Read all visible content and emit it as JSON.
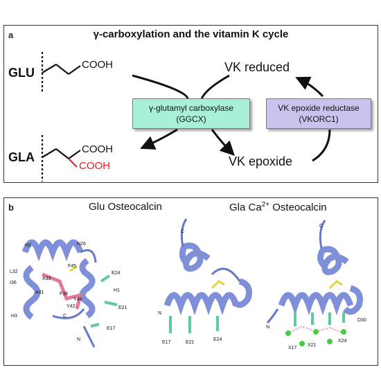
{
  "panel_a": {
    "letter": "a",
    "title": "γ-carboxylation and the vitamin K cycle",
    "glu": {
      "label": "GLU",
      "group": "COOH"
    },
    "gla": {
      "label": "GLA",
      "group1": "COOH",
      "group2": "COOH"
    },
    "enzyme_ggcx": {
      "line1": "γ-glutamyl carboxylase",
      "line2": "(GGCX)"
    },
    "enzyme_vkorc": {
      "line1": "VK epoxide reductase",
      "line2": "(VKORC1)"
    },
    "vk_reduced": "VK reduced",
    "vk_epoxide": "VK epoxide",
    "colors": {
      "ggcx_box": "#a8f0d8",
      "vkorc_box": "#c9c3ee",
      "added_cooh": "#e0202a"
    }
  },
  "panel_b": {
    "letter": "b",
    "title_glu": "Glu Osteocalcin",
    "title_gla_pre": "Gla Ca",
    "title_gla_sup": "2+",
    "title_gla_post": " Osteocalcin",
    "labels_left": [
      "H2",
      "N26",
      "F45",
      "L32",
      "I36",
      "A33",
      "A41",
      "F38",
      "Y46",
      "Y42",
      "H3",
      "C",
      "H1",
      "E24",
      "E21",
      "N",
      "E17"
    ],
    "labels_mid": [
      "C",
      "N",
      "E17",
      "E21",
      "E24"
    ],
    "labels_right": [
      "C",
      "N",
      "D30",
      "X17",
      "X21",
      "X24"
    ],
    "colors": {
      "helix": "#8899dd",
      "glu_side": "#5fc9a0",
      "hydrophobic": "#e07a9a",
      "disulfide": "#e8d23a",
      "calcium": "#44cc44"
    }
  }
}
